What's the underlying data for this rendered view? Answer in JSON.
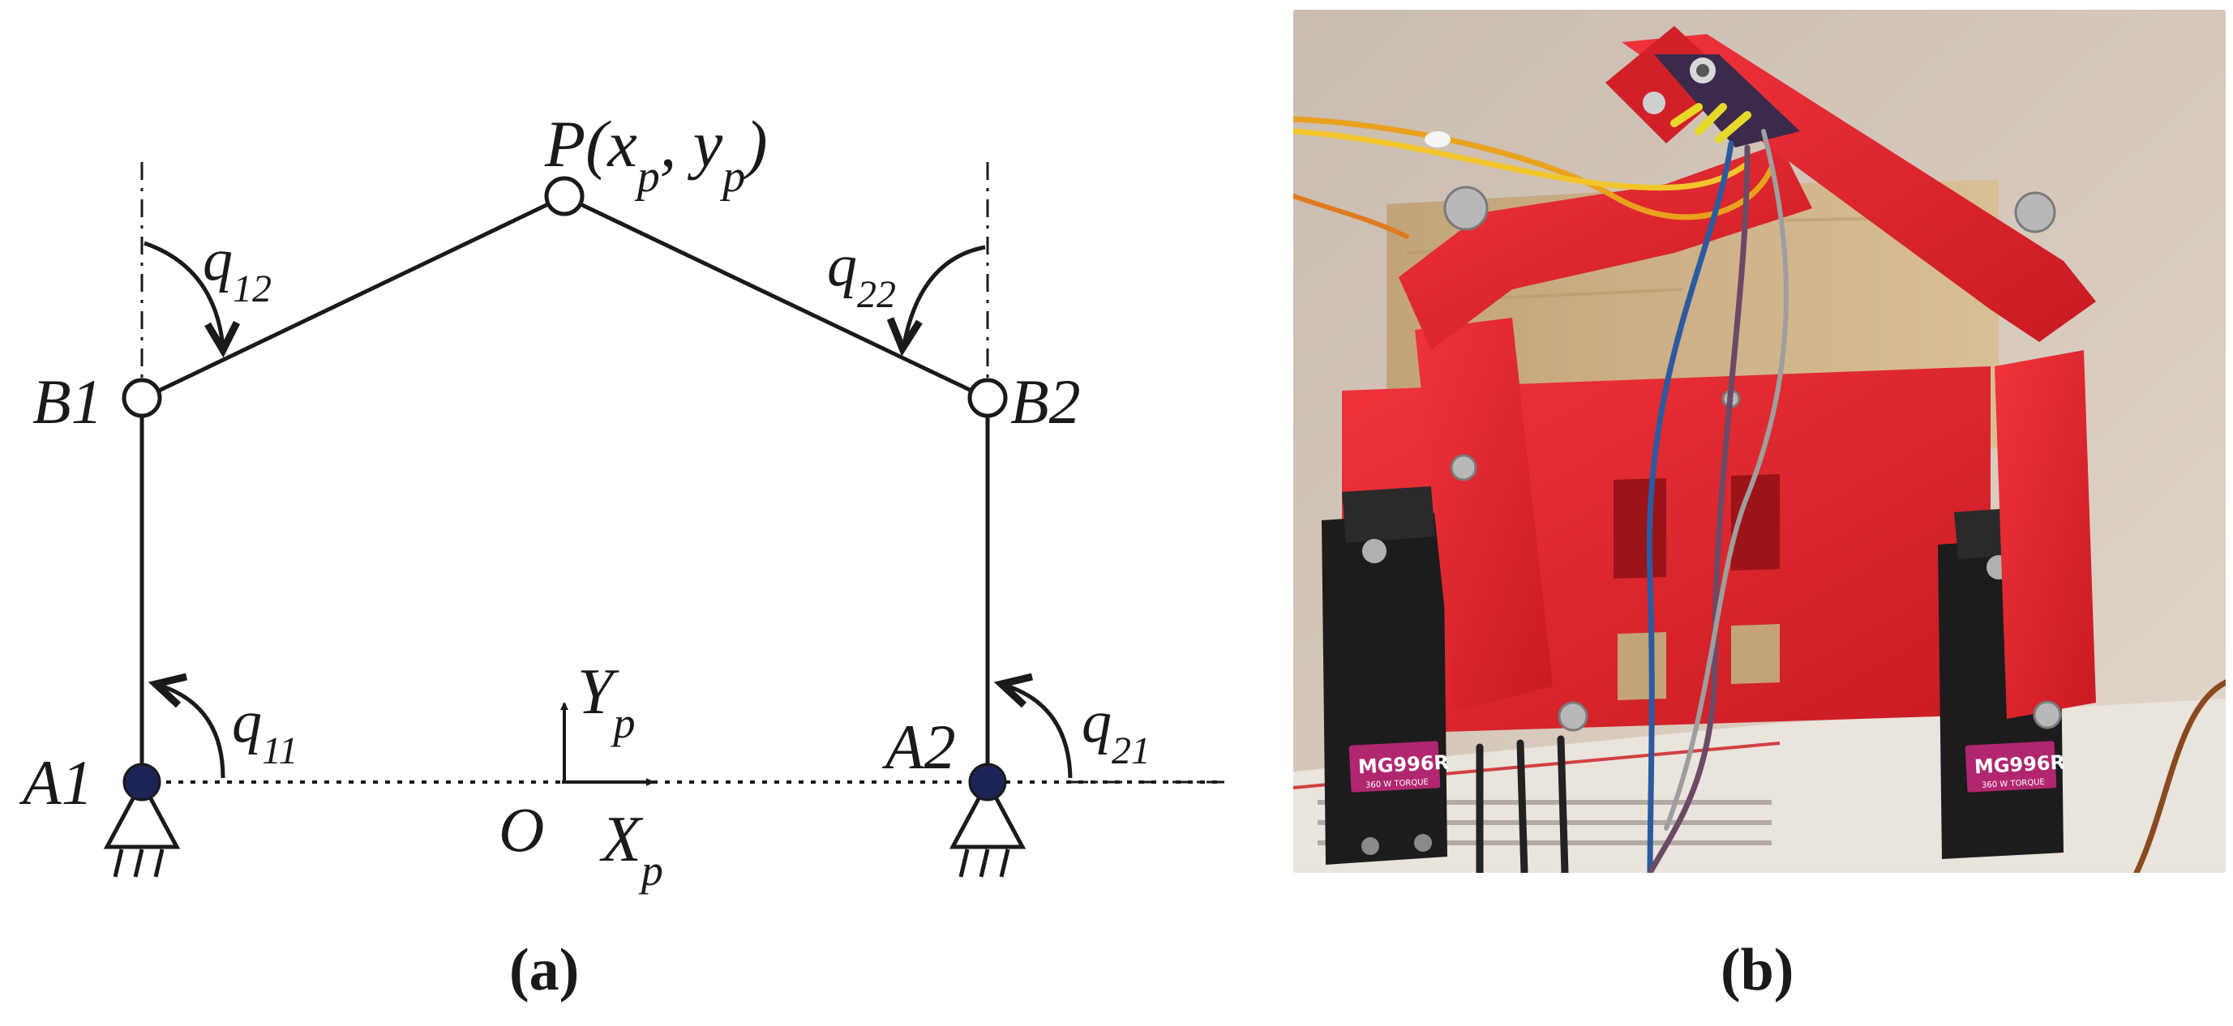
{
  "diagram": {
    "point_p": "P",
    "point_p_coord_open": "(x",
    "point_p_coord_x_sub": "p",
    "point_p_coord_sep": ", y",
    "point_p_coord_y_sub": "p",
    "point_p_coord_close": ")",
    "b1": "B1",
    "b2": "B2",
    "a1": "A1",
    "a2": "A2",
    "origin": "O",
    "q12": "q",
    "q12_sub": "12",
    "q22": "q",
    "q22_sub": "22",
    "q11": "q",
    "q11_sub": "11",
    "q21": "q",
    "q21_sub": "21",
    "yp": "Y",
    "yp_sub": "p",
    "xp": "X",
    "xp_sub": "p"
  },
  "photo": {
    "servo_left_label": "MG996R",
    "servo_right_label": "MG996R",
    "servo_left_small": "360 W TORQUE",
    "servo_right_small": "360 W TORQUE"
  },
  "captions": {
    "a": "(a)",
    "b": "(b)"
  },
  "colors": {
    "ink": "#1a1a1a",
    "joint_fixed": "#1c2456",
    "printed_red": "#e8232a",
    "servo_badge": "#b0276f"
  }
}
